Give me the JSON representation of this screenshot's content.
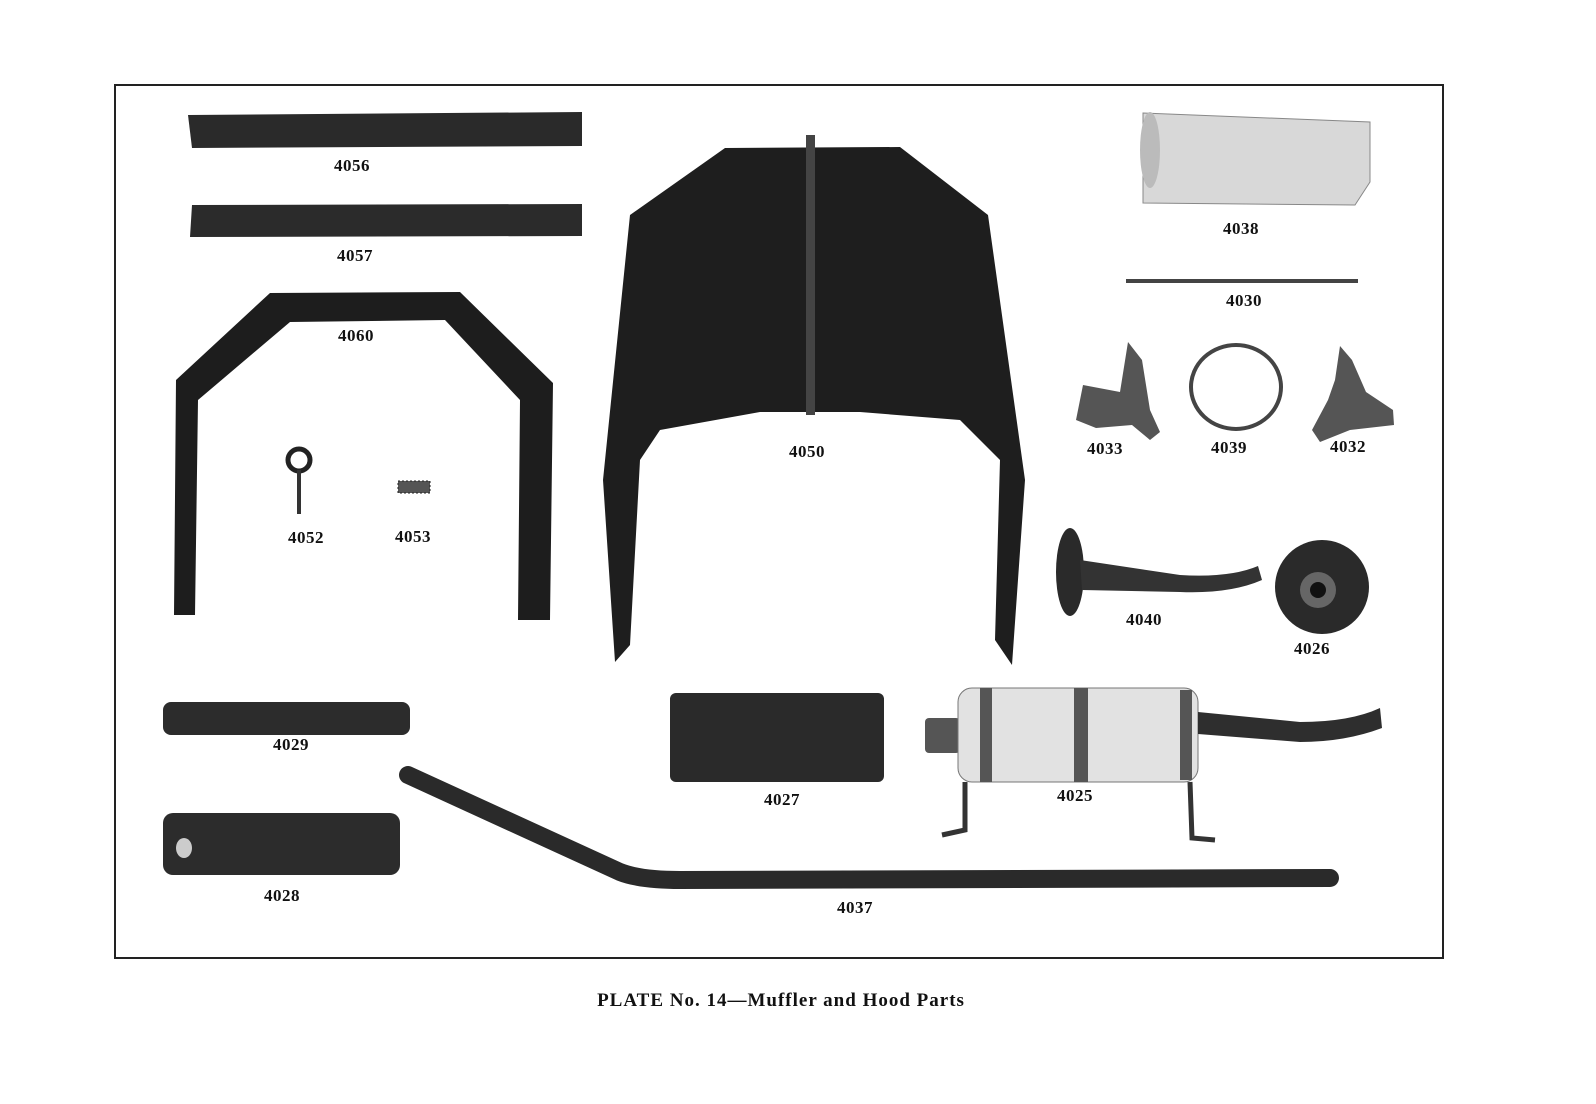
{
  "caption": "PLATE No. 14—Muffler and Hood Parts",
  "parts": {
    "p4056": "4056",
    "p4057": "4057",
    "p4060": "4060",
    "p4052": "4052",
    "p4053": "4053",
    "p4050": "4050",
    "p4038": "4038",
    "p4030": "4030",
    "p4033": "4033",
    "p4039": "4039",
    "p4032": "4032",
    "p4040": "4040",
    "p4026": "4026",
    "p4029": "4029",
    "p4027": "4027",
    "p4025": "4025",
    "p4028": "4028",
    "p4037": "4037"
  }
}
